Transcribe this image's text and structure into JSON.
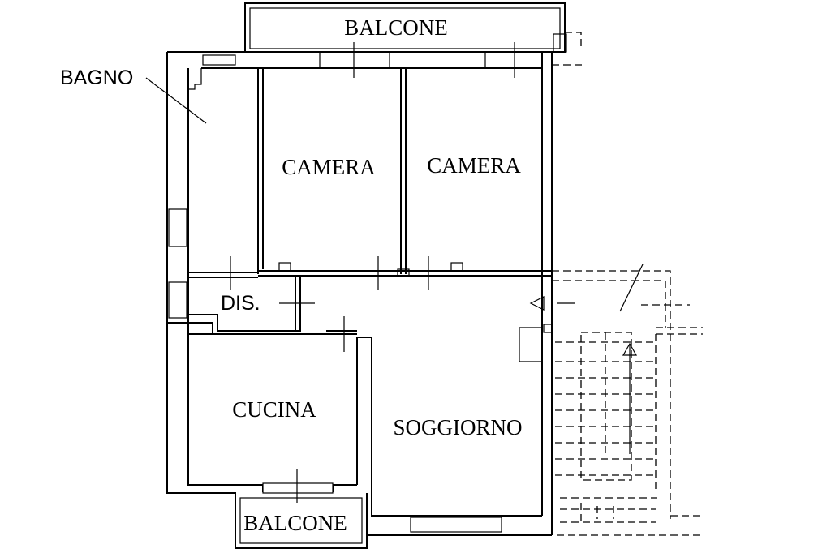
{
  "labels": {
    "balcone_top": "BALCONE",
    "bagno": "BAGNO",
    "camera_left": "CAMERA",
    "camera_right": "CAMERA",
    "dis": "DIS.",
    "cucina": "CUCINA",
    "soggiorno": "SOGGIORNO",
    "balcone_bottom": "BALCONE"
  },
  "colors": {
    "line": "#000000",
    "background": "#ffffff"
  }
}
